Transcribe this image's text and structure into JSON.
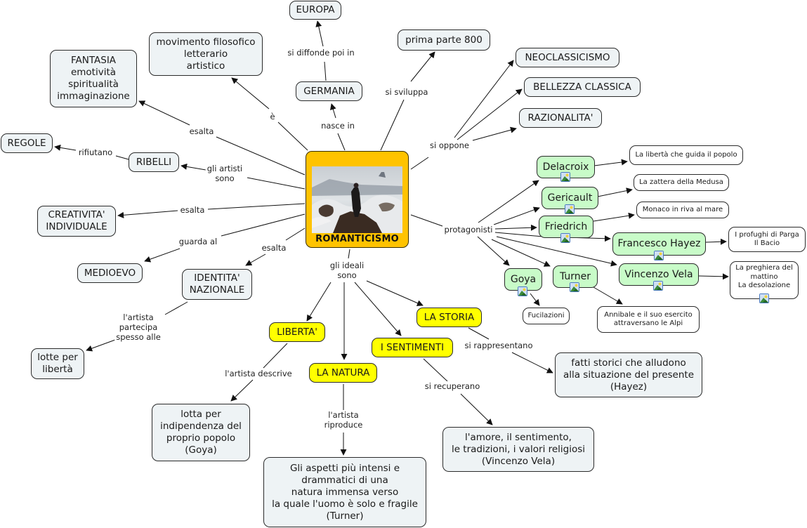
{
  "center": {
    "title": "ROMANTICISMO",
    "image": "wanderer-above-sea-of-fog-painting"
  },
  "nodes": {
    "europa": "EUROPA",
    "germania": "GERMANIA",
    "prima_parte": "prima parte 800",
    "movimento": "movimento filosofico\nletterario\nartistico",
    "fantasia": "FANTASIA\nemotività\nspiritualità\nimmaginazione",
    "regole": "REGOLE",
    "ribelli": "RIBELLI",
    "creativita": "CREATIVITA'\nINDIVIDUALE",
    "medioevo": "MEDIOEVO",
    "identita": "IDENTITA'\nNAZIONALE",
    "lotte": "lotte per\nlibertà",
    "neoclassicismo": "NEOCLASSICISMO",
    "bellezza": "BELLEZZA CLASSICA",
    "razionalita": "RAZIONALITA'",
    "liberta": "LIBERTA'",
    "la_natura": "LA NATURA",
    "i_sentimenti": "I SENTIMENTI",
    "la_storia": "LA STORIA",
    "lotta_indip": "lotta per\nindipendenza del\nproprio popolo\n(Goya)",
    "aspetti": "Gli aspetti più intensi e\ndrammatici di una\nnatura immensa verso\nla quale l'uomo è solo e fragile\n(Turner)",
    "amore": "l'amore, il sentimento,\nle tradizioni, i valori religiosi\n(Vincenzo Vela)",
    "fatti": "fatti storici che alludono\nalla situazione del presente\n(Hayez)",
    "delacroix": "Delacroix",
    "gericault": "Gericault",
    "friedrich": "Friedrich",
    "hayez": "Francesco Hayez",
    "vela": "Vincenzo Vela",
    "goya": "Goya",
    "turner": "Turner",
    "w_liberta_popolo": "La libertà che guida il popolo",
    "w_zattera": "La zattera della Medusa",
    "w_monaco": "Monaco in riva al mare",
    "w_profughi": "I profughi di Parga\nIl Bacio",
    "w_preghiera": "La preghiera del\nmattino\nLa desolazione",
    "w_fucilazioni": "Fucilazioni",
    "w_annibale": "Annibale e il suo esercito\nattraversano le Alpi"
  },
  "links": {
    "nasce_in": "nasce in",
    "si_diffonde": "si diffonde poi in",
    "si_sviluppa": "si sviluppa",
    "e": "è",
    "esalta_1": "esalta",
    "rifiutano": "rifiutano",
    "gli_artisti_sono": "gli artisti\nsono",
    "esalta_2": "esalta",
    "guarda_al": "guarda al",
    "esalta_3": "esalta",
    "partecipa": "l'artista\npartecipa\nspesso alle",
    "si_oppone": "si oppone",
    "protagonisti": "protagonisti",
    "gli_ideali": "gli ideali\nsono",
    "descrive": "l'artista descrive",
    "riproduce": "l'artista\nriproduce",
    "si_recuperano": "si recuperano",
    "si_rappresentano": "si rappresentano"
  },
  "colors": {
    "center_fill": "#ffc300",
    "concept_fill": "#eef3f5",
    "ideal_fill": "#ffff00",
    "artist_fill": "#c8fbc8",
    "work_fill": "#ffffff",
    "line": "#111111"
  },
  "icons": {
    "attached_image": "image-resource-icon"
  }
}
